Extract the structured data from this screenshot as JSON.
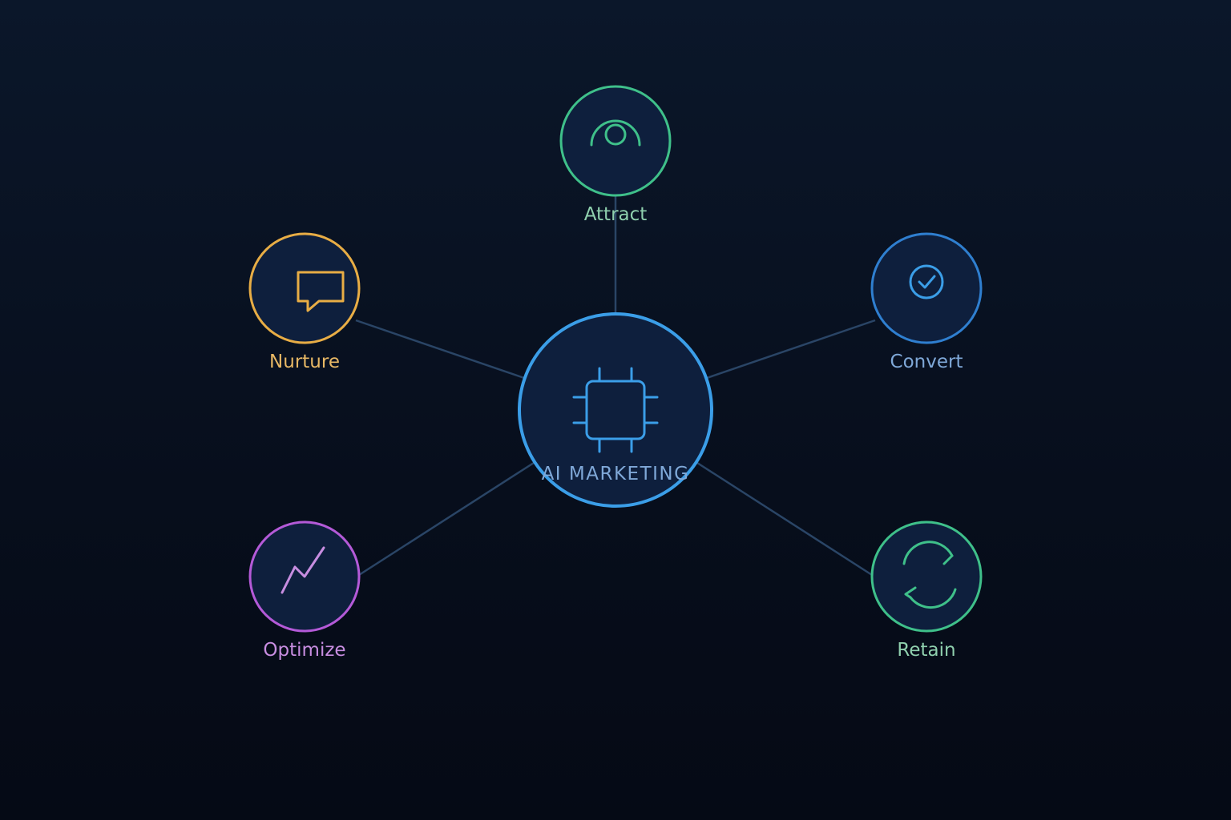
{
  "hub": {
    "label": "AI MARKETING",
    "icon": "chip-icon",
    "color": "#3b9ee8",
    "label_color": "#7fa8d8"
  },
  "nodes": {
    "attract": {
      "label": "Attract",
      "icon": "eye-icon",
      "color": "#3fc08a",
      "label_color": "#8fd0ae"
    },
    "nurture": {
      "label": "Nurture",
      "icon": "chat-bubble-icon",
      "color": "#e8ad45",
      "label_color": "#e8b865"
    },
    "convert": {
      "label": "Convert",
      "icon": "check-circle-icon",
      "color": "#2f7fd0",
      "label_color": "#7fa8d8"
    },
    "optimize": {
      "label": "Optimize",
      "icon": "trend-icon",
      "color": "#b45ad8",
      "label_color": "#c78de0"
    },
    "retain": {
      "label": "Retain",
      "icon": "refresh-icon",
      "color": "#3fc08a",
      "label_color": "#8fd0ae"
    }
  },
  "colors": {
    "node_fill": "#0e1f3d",
    "connector": "#2a4566"
  }
}
